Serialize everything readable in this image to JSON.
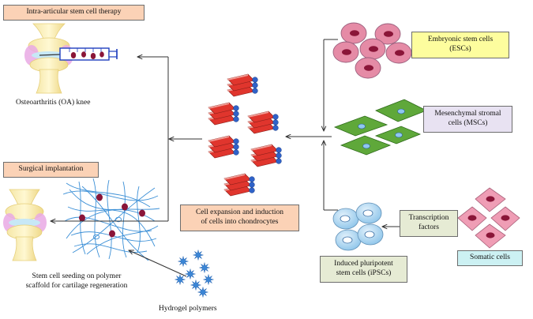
{
  "labels": {
    "intra_articular": "Intra-articular stem cell therapy",
    "oa_knee": "Osteoarthritis (OA) knee",
    "surgical": "Surgical implantation",
    "scaffold_line1": "Stem cell seeding on polymer",
    "scaffold_line2": "scaffold for cartilage regeneration",
    "hydrogel": "Hydrogel polymers",
    "expansion_line1": "Cell expansion and induction",
    "expansion_line2": "of cells into chondrocytes",
    "esc_line1": "Embryonic stem cells",
    "esc_line2": "(ESCs)",
    "msc_line1": "Mesenchymal stromal",
    "msc_line2": "cells (MSCs)",
    "tf_line1": "Transcription",
    "tf_line2": "factors",
    "ipsc_line1": "Induced pluripotent",
    "ipsc_line2": "stem cells (iPSCs)",
    "somatic": "Somatic cells"
  },
  "colors": {
    "peach_box": "#fbd2b6",
    "yellow_box": "#fdfd9e",
    "lavender_box": "#e8e2f2",
    "tan_box": "#e6ebd4",
    "cyan_box": "#ccf1f3",
    "esc_cell": "#e58ba6",
    "msc_cell": "#5fa83a",
    "ipsc_cell": "#a9d3ee",
    "somatic_cell": "#ef9db5",
    "nucleus": "#8a1538",
    "flask_media": "#e0352d",
    "hydrogel": "#3b86d6",
    "arrow": "#333333"
  }
}
